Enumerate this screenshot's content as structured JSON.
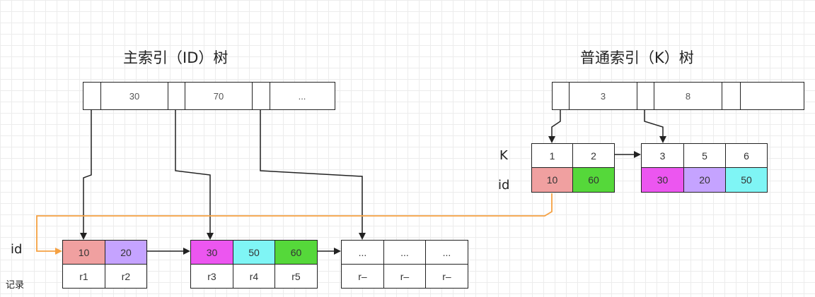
{
  "colors": {
    "red": "#f0a0a0",
    "purple": "#c5a3ff",
    "magenta": "#ec56f0",
    "cyan": "#7ff5f5",
    "green": "#55d83a",
    "orange": "#f5a142"
  },
  "primary_tree": {
    "title": "主索引（ID）树",
    "root_keys": [
      "30",
      "70",
      "..."
    ],
    "row_label_id": "id",
    "row_label_record": "记录",
    "leaves": [
      {
        "ids": [
          "10",
          "20"
        ],
        "records": [
          "r1",
          "r2"
        ],
        "colors": [
          "red",
          "purple"
        ]
      },
      {
        "ids": [
          "30",
          "50",
          "60"
        ],
        "records": [
          "r3",
          "r4",
          "r5"
        ],
        "colors": [
          "magenta",
          "cyan",
          "green"
        ]
      },
      {
        "ids": [
          "...",
          "...",
          "..."
        ],
        "records": [
          "r–",
          "r–",
          "r–"
        ],
        "colors": [
          "",
          "",
          ""
        ]
      }
    ]
  },
  "secondary_tree": {
    "title": "普通索引（K）树",
    "root_keys": [
      "3",
      "8"
    ],
    "row_label_k": "K",
    "row_label_id": "id",
    "leaves": [
      {
        "ks": [
          "1",
          "2"
        ],
        "ids": [
          "10",
          "60"
        ],
        "colors": [
          "red",
          "green"
        ]
      },
      {
        "ks": [
          "3",
          "5",
          "6"
        ],
        "ids": [
          "30",
          "20",
          "50"
        ],
        "colors": [
          "magenta",
          "purple",
          "cyan"
        ]
      }
    ]
  }
}
